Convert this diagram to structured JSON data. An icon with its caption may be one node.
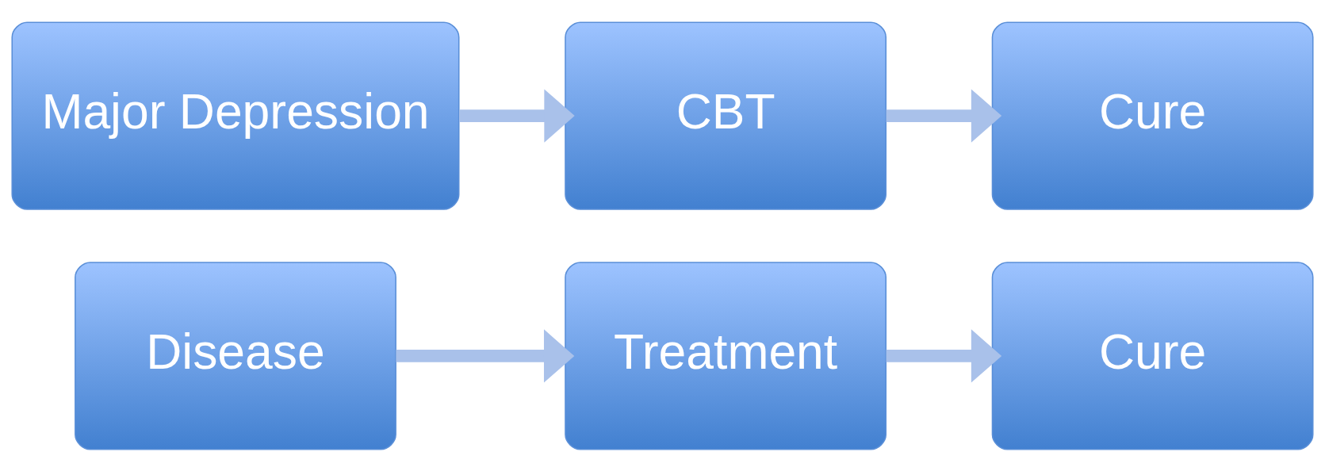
{
  "diagram": {
    "nodes": [
      {
        "text": [
          "Disease"
        ]
      },
      {
        "text": [
          "Treatment"
        ]
      },
      {
        "text": [
          "Cure"
        ]
      },
      {
        "text": [
          "Major Depression"
        ]
      },
      {
        "text": [
          "CBT"
        ]
      },
      {
        "text": [
          "Cure"
        ]
      }
    ],
    "edges": [
      {
        "from": 0,
        "to": 1,
        "arrow": "to"
      },
      {
        "from": 1,
        "to": 2,
        "arrow": "to"
      },
      {
        "from": 3,
        "to": 4,
        "arrow": "to"
      },
      {
        "from": 4,
        "to": 5,
        "arrow": "to"
      }
    ]
  }
}
